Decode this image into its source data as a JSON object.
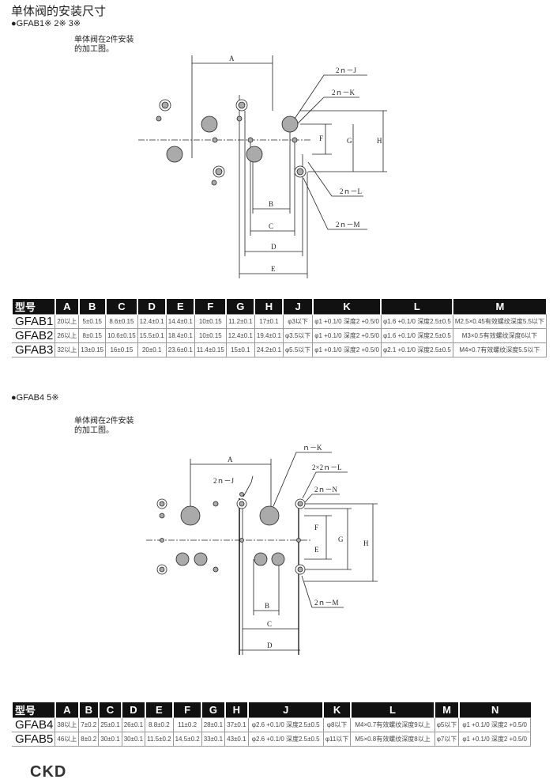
{
  "title": "单体阀的安装尺寸",
  "section1": {
    "label": "●GFAB1※  2※  3※",
    "note": "单体阀在2件安装的加工图。",
    "dims": {
      "A": "A",
      "B": "B",
      "C": "C",
      "D": "D",
      "E": "E",
      "F": "F",
      "G": "G",
      "H": "H",
      "J": "2ｎ－J",
      "K": "2ｎ－K",
      "L": "2ｎ－L",
      "M": "2ｎ－M"
    }
  },
  "table1": {
    "headers": [
      "型号",
      "A",
      "B",
      "C",
      "D",
      "E",
      "F",
      "G",
      "H",
      "J",
      "K",
      "L",
      "M"
    ],
    "rows": [
      [
        "GFAB1",
        "20以上",
        "5±0.15",
        "8.6±0.15",
        "12.4±0.1",
        "14.4±0.1",
        "10±0.15",
        "11.2±0.1",
        "17±0.1",
        "φ3以下",
        "φ1 +0.1/0 深度2 +0.5/0",
        "φ1.6 +0.1/0 深度2.5±0.5",
        "M2.5×0.45有效螺纹深度5.5以下"
      ],
      [
        "GFAB2",
        "26以上",
        "8±0.15",
        "10.6±0.15",
        "15.5±0.1",
        "18.4±0.1",
        "10±0.15",
        "12.4±0.1",
        "19.4±0.1",
        "φ3.5以下",
        "φ1 +0.1/0 深度2 +0.5/0",
        "φ1.6 +0.1/0 深度2.5±0.5",
        "M3×0.5有效螺纹深度6以下"
      ],
      [
        "GFAB3",
        "32以上",
        "13±0.15",
        "16±0.15",
        "20±0.1",
        "23.6±0.1",
        "11.4±0.15",
        "15±0.1",
        "24.2±0.1",
        "φ5.5以下",
        "φ1 +0.1/0 深度2 +0.5/0",
        "φ2.1 +0.1/0 深度2.5±0.5",
        "M4×0.7有效螺纹深度5.5以下"
      ]
    ]
  },
  "section2": {
    "label": "●GFAB4  5※",
    "note": "单体阀在2件安装的加工图。",
    "dims": {
      "A": "A",
      "B": "B",
      "C": "C",
      "D": "D",
      "E": "E",
      "F": "F",
      "G": "G",
      "H": "H",
      "J": "2ｎ－J",
      "K": "ｎ－K",
      "L": "2×2ｎ－L",
      "N": "2ｎ－N",
      "M": "2ｎ－M"
    }
  },
  "table2": {
    "headers": [
      "型号",
      "A",
      "B",
      "C",
      "D",
      "E",
      "F",
      "G",
      "H",
      "J",
      "K",
      "L",
      "M",
      "N"
    ],
    "rows": [
      [
        "GFAB4",
        "38以上",
        "7±0.2",
        "25±0.1",
        "26±0.1",
        "8.8±0.2",
        "11±0.2",
        "28±0.1",
        "37±0.1",
        "φ2.6 +0.1/0 深度2.5±0.5",
        "φ8以下",
        "M4×0.7有效螺纹深度9以上",
        "φ5以下",
        "φ1 +0.1/0 深度2 +0.5/0"
      ],
      [
        "GFAB5",
        "46以上",
        "8±0.2",
        "30±0.1",
        "30±0.1",
        "11.5±0.2",
        "14.5±0.2",
        "33±0.1",
        "43±0.1",
        "φ2.6 +0.1/0 深度2.5±0.5",
        "φ11以下",
        "M5×0.8有效螺纹深度8以上",
        "φ7以下",
        "φ1 +0.1/0 深度2 +0.5/0"
      ]
    ]
  },
  "logo": "CKD"
}
